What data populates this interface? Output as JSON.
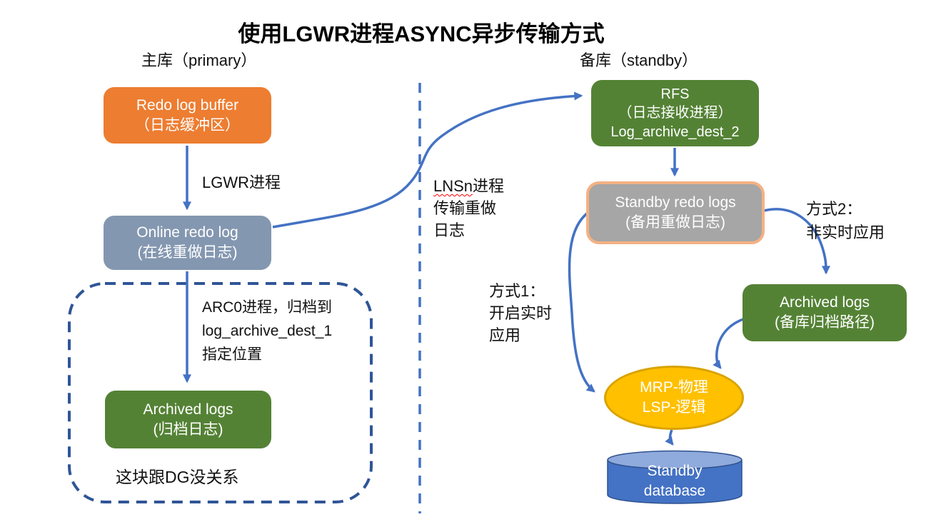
{
  "title": "使用LGWR进程ASYNC异步传输方式",
  "sections": {
    "primary_label": "主库（primary）",
    "standby_label": "备库（standby）"
  },
  "nodes": {
    "redo_log_buffer": {
      "line1": "Redo log buffer",
      "line2": "（日志缓冲区）"
    },
    "online_redo_log": {
      "line1": "Online redo log",
      "line2": "(在线重做日志)"
    },
    "archived_logs_primary": {
      "line1": "Archived logs",
      "line2": "(归档日志)"
    },
    "rfs": {
      "line1": "RFS",
      "line2": "（日志接收进程）",
      "line3": "Log_archive_dest_2"
    },
    "standby_redo_logs": {
      "line1": "Standby redo logs",
      "line2": "(备用重做日志)"
    },
    "archived_logs_standby": {
      "line1": "Archived logs",
      "line2": "(备库归档路径)"
    },
    "mrp_lsp": {
      "line1": "MRP-物理",
      "line2": "LSP-逻辑"
    },
    "standby_database": {
      "line1": "Standby",
      "line2": "database"
    }
  },
  "annotations": {
    "lgwr_process": "LGWR进程",
    "lnsn": {
      "highlight": "LNSn",
      "rest": "进程",
      "line2": "传输重做",
      "line3": "日志"
    },
    "arc0": {
      "line1": "ARC0进程，归档到",
      "line2": "log_archive_dest_1",
      "line3": "指定位置"
    },
    "dg_note": "这块跟DG没关系",
    "method1": {
      "line1": "方式1：",
      "line2": "开启实时",
      "line3": "应用"
    },
    "method2": {
      "line1": "方式2：",
      "line2": "非实时应用"
    }
  },
  "colors": {
    "orange_node": "#ED7D31",
    "bluegray_node": "#8497B0",
    "green_node": "#548235",
    "gray_node_fill": "#A6A6A6",
    "gray_node_border": "#F4B183",
    "ellipse_fill": "#FFC000",
    "ellipse_border": "#D9A300",
    "cylinder_body": "#4472C4",
    "cylinder_top": "#8FAADC",
    "arrow_blue": "#4472C4",
    "dashed_box_blue": "#2F5597",
    "spellcheck_underline": "#FF0000",
    "text": "#111111"
  }
}
